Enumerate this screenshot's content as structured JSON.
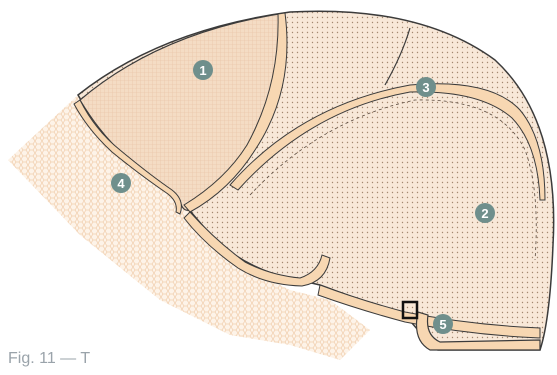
{
  "figure": {
    "caption_fragment": "Fig. 11 — T"
  },
  "colors": {
    "cap_fill": "#f7e2c9",
    "band": "#f7d7b2",
    "outline": "#3b3b3b",
    "badge": "#6f8f8c",
    "lace_bg": "#fbeee0"
  },
  "labels": [
    {
      "id": "1",
      "text": "1",
      "region": "front-top-panel"
    },
    {
      "id": "2",
      "text": "2",
      "region": "crown-panel"
    },
    {
      "id": "3",
      "text": "3",
      "region": "top-seam-strip"
    },
    {
      "id": "4",
      "text": "4",
      "region": "front-lace-edge"
    },
    {
      "id": "5",
      "text": "5",
      "region": "nape-adjuster-strap"
    }
  ]
}
